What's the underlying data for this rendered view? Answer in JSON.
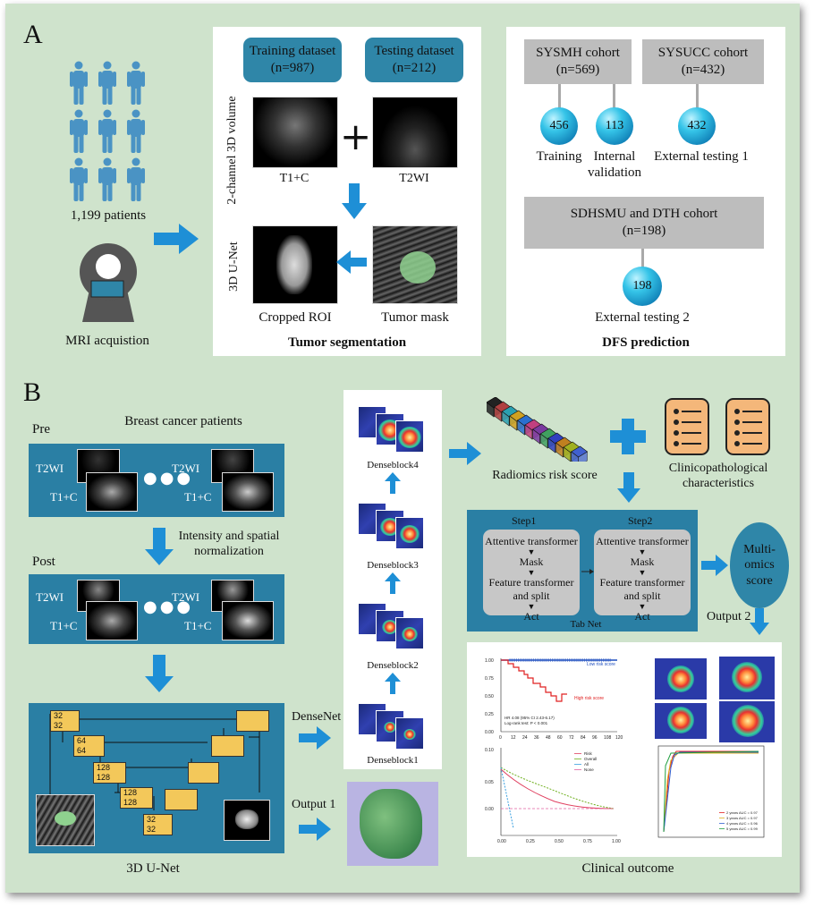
{
  "panel_a": {
    "label": "A",
    "patients_label": "1,199 patients",
    "mri_label": "MRI acquistion",
    "seg": {
      "training": "Training dataset\n(n=987)",
      "testing": "Testing dataset\n(n=212)",
      "side_volume": "2-channel 3D volume",
      "side_unet": "3D U-Net",
      "plus": "+",
      "t1c": "T1+C",
      "t2wi": "T2WI",
      "cropped": "Cropped ROI",
      "mask": "Tumor mask",
      "title": "Tumor segmentation"
    },
    "dfs": {
      "sysmh": "SYSMH cohort\n(n=569)",
      "sysucc": "SYSUCC cohort\n(n=432)",
      "n456": "456",
      "n113": "113",
      "n432": "432",
      "training": "Training",
      "internal": "Internal\nvalidation",
      "ext1": "External testing 1",
      "sdhsmu": "SDHSMU and DTH cohort\n(n=198)",
      "n198": "198",
      "ext2": "External testing 2",
      "title": "DFS prediction"
    }
  },
  "panel_b": {
    "label": "B",
    "patients": "Breast cancer patients",
    "pre": "Pre",
    "post": "Post",
    "t2wi": "T2WI",
    "t1c": "T1+C",
    "dots": "●●●",
    "norm": "Intensity and spatial\nnormalization",
    "unet_title": "3D U-Net",
    "unet_blocks": [
      "32\n32",
      "64\n64",
      "128\n128",
      "128\n128",
      "32\n32"
    ],
    "densenet": "DenseNet",
    "output1": "Output 1",
    "denseblocks": [
      "Denseblock4",
      "Denseblock3",
      "Denseblock2",
      "Denseblock1"
    ],
    "radiomics": "Radiomics risk score",
    "clinico": "Clinicopathological\ncharacteristics",
    "step1": "Step1",
    "step2": "Step2",
    "step_lines": [
      "Attentive transformer",
      "Mask",
      "Feature transformer\nand split",
      "Act"
    ],
    "tabnet": "Tab Net",
    "multi": "Multi-\nomics\nscore",
    "output2": "Output 2",
    "clinical": "Clinical outcome",
    "km": {
      "low": "Low risk score",
      "high": "High risk score",
      "hr": "HR 4.08 (95% CI 2.43-6.17)\nLog-rank test: P < 0.001",
      "y_ticks": [
        "1.00",
        "0.75",
        "0.50",
        "0.25",
        "0.00"
      ],
      "x_ticks": [
        "0",
        "12",
        "24",
        "36",
        "48",
        "60",
        "72",
        "84",
        "96",
        "108",
        "120"
      ]
    },
    "dca": {
      "legend": [
        "Risk",
        "Overall",
        "All",
        "None"
      ],
      "y_ticks": [
        "0.10",
        "0.05",
        "0.00"
      ],
      "x_ticks": [
        "0.00",
        "0.25",
        "0.50",
        "0.75",
        "1.00"
      ]
    },
    "roc": {
      "legend": [
        "2 years AUC = 0.97",
        "3 years AUC = 0.97",
        "4 years AUC = 0.96",
        "5 years AUC = 0.99"
      ]
    }
  },
  "colors": {
    "background": "#cfe3cc",
    "teal": "#2f86a8",
    "arrow": "#1e8fd6",
    "grey": "#bdbdbd",
    "unet_block": "#f3c85a"
  }
}
